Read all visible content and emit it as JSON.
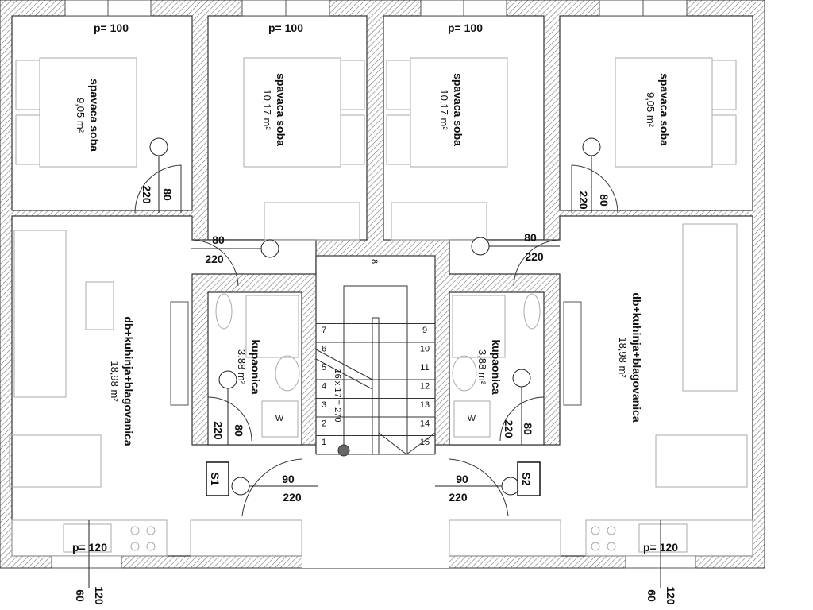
{
  "bedrooms": [
    {
      "name": "spavaca soba",
      "area": "9,05 m²",
      "window": "p=  100"
    },
    {
      "name": "spavaca soba",
      "area": "10,17 m²",
      "window": "p=  100"
    },
    {
      "name": "spavaca soba",
      "area": "10,17 m²",
      "window": "p=  100"
    },
    {
      "name": "spavaca soba",
      "area": "9,05 m²"
    }
  ],
  "living": [
    {
      "name": "db+kuhinja+blagovanica",
      "area": "18,98 m²",
      "window": "p=  120"
    },
    {
      "name": "db+kuhinja+blagovanica",
      "area": "18,98 m²",
      "window": "p=  120"
    }
  ],
  "bathrooms": [
    {
      "name": "kupaonica",
      "area": "3,88 m²"
    },
    {
      "name": "kupaonica",
      "area": "3,88 m²"
    }
  ],
  "doors": {
    "bed_w": "80",
    "bed_h": "220",
    "bath_w": "80",
    "bath_h": "220",
    "entry_w": "90",
    "entry_h": "220",
    "win_w": "60",
    "win_h": "120"
  },
  "units": [
    "S1",
    "S2"
  ],
  "stairs": {
    "steps": [
      "1",
      "2",
      "3",
      "4",
      "5",
      "6",
      "7",
      "8",
      "9",
      "10",
      "11",
      "12",
      "13",
      "14",
      "15"
    ],
    "formula": "16 x 17 = 270"
  },
  "fixtures": {
    "washer": "W"
  }
}
